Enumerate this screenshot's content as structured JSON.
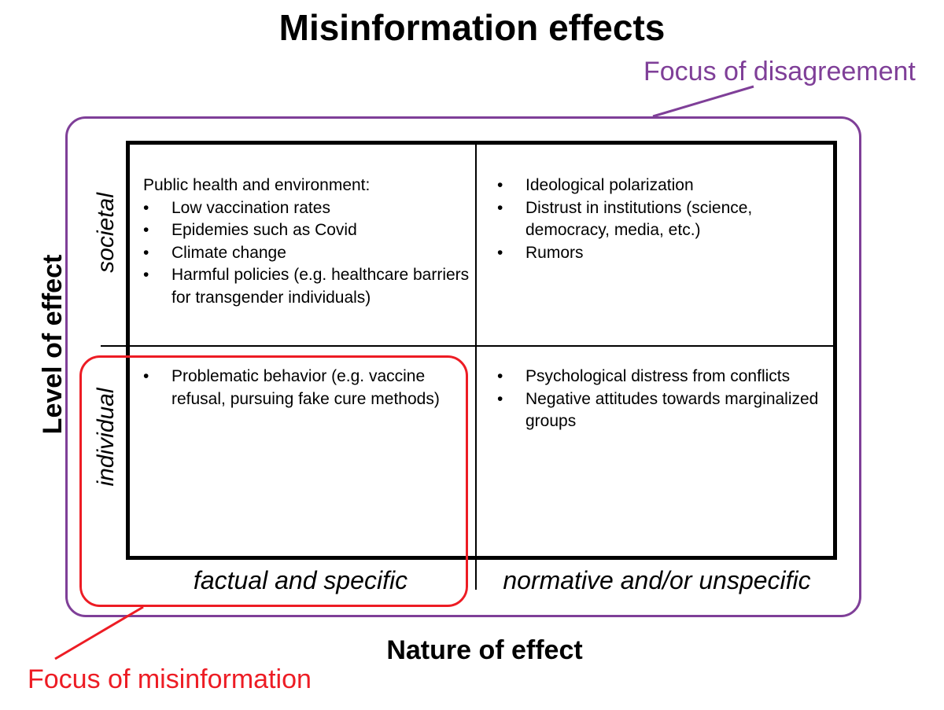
{
  "title": "Misinformation effects",
  "callouts": {
    "disagreement": {
      "label": "Focus of disagreement",
      "color": "#7f3f98"
    },
    "misinformation": {
      "label": "Focus of misinformation",
      "color": "#ed1c24"
    }
  },
  "axes": {
    "y_label": "Level of effect",
    "x_label": "Nature of effect",
    "rows": [
      "societal",
      "individual"
    ],
    "columns": [
      "factual and specific",
      "normative and/or unspecific"
    ]
  },
  "cells": {
    "societal_factual": {
      "heading": "Public health and environment:",
      "items": [
        "Low vaccination rates",
        "Epidemies such as Covid",
        "Climate change",
        "Harmful policies (e.g. healthcare barriers for transgender individuals)"
      ]
    },
    "societal_normative": {
      "items": [
        "Ideological polarization",
        "Distrust in institutions (science, democracy, media, etc.)",
        "Rumors"
      ]
    },
    "individual_factual": {
      "items": [
        "Problematic behavior (e.g. vaccine refusal, pursuing fake cure methods)"
      ]
    },
    "individual_normative": {
      "items": [
        "Psychological distress from conflicts",
        "Negative attitudes towards marginalized groups"
      ]
    }
  },
  "bullet_glyph": "•"
}
